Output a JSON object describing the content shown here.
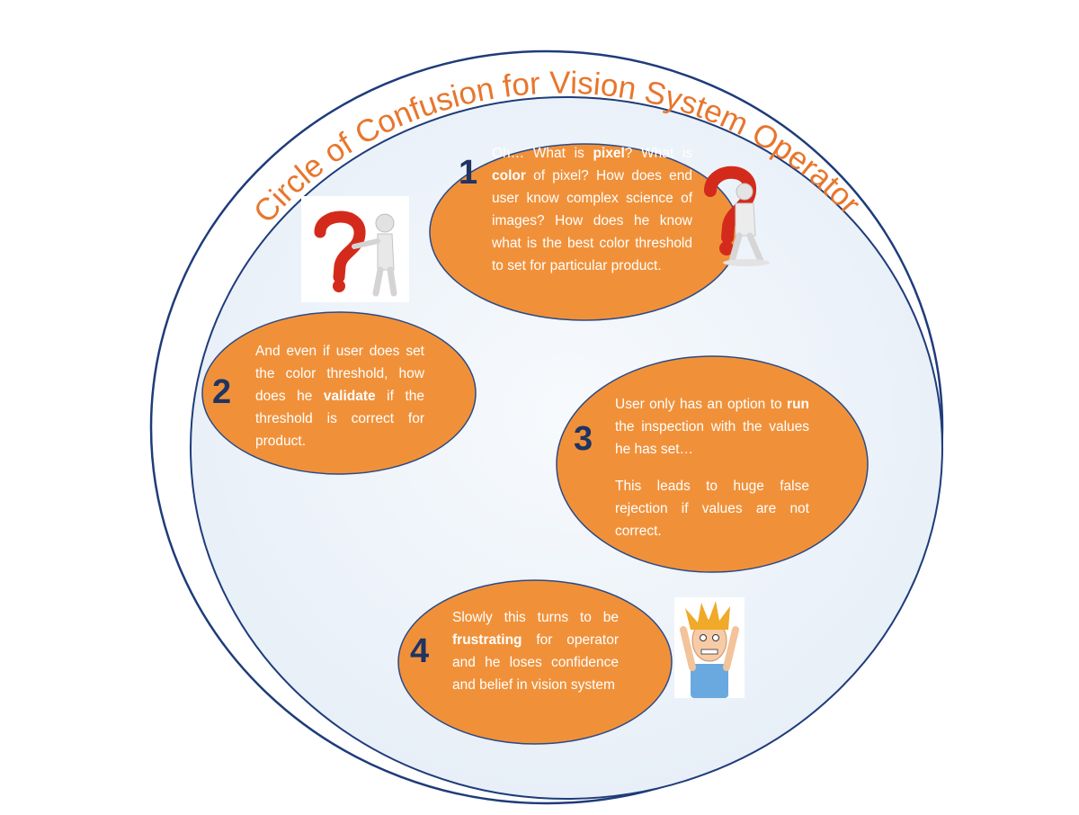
{
  "title": "Circle of Confusion for Vision System Operator",
  "colors": {
    "outer_ring": "#1f3c7a",
    "inner_fill": "#eef4fa",
    "bubble_fill": "#f0913a",
    "bubble_stroke": "#2b4a86",
    "number": "#1f3462",
    "title": "#e8762d",
    "question_mark": "#d42a1c"
  },
  "steps": [
    {
      "number": "1",
      "paragraphs": [
        [
          {
            "t": "Oh… What is "
          },
          {
            "t": "pixel",
            "b": true
          },
          {
            "t": "? What is "
          },
          {
            "t": "color",
            "b": true
          },
          {
            "t": " of pixel? How does end user know complex science of images? How does he know what is the best color threshold to set for particular product."
          }
        ]
      ]
    },
    {
      "number": "2",
      "paragraphs": [
        [
          {
            "t": "And even if user does set the color threshold, how does he "
          },
          {
            "t": "validate",
            "b": true
          },
          {
            "t": " if the threshold is correct for product."
          }
        ]
      ]
    },
    {
      "number": "3",
      "paragraphs": [
        [
          {
            "t": "User only has an option to "
          },
          {
            "t": "run",
            "b": true
          },
          {
            "t": " the inspection with the values he has set…"
          }
        ],
        [
          {
            "t": "This leads to huge false rejection if values are not correct."
          }
        ]
      ]
    },
    {
      "number": "4",
      "paragraphs": [
        [
          {
            "t": "Slowly this turns to be "
          },
          {
            "t": "frustrating",
            "b": true
          },
          {
            "t": " for operator and he loses confidence and belief in vision system"
          }
        ]
      ]
    }
  ],
  "illustrations": [
    {
      "icon": "person-pointing-at-question-mark-icon"
    },
    {
      "icon": "person-thinking-question-mark-icon"
    },
    {
      "icon": "frustrated-man-pulling-hair-icon"
    }
  ]
}
